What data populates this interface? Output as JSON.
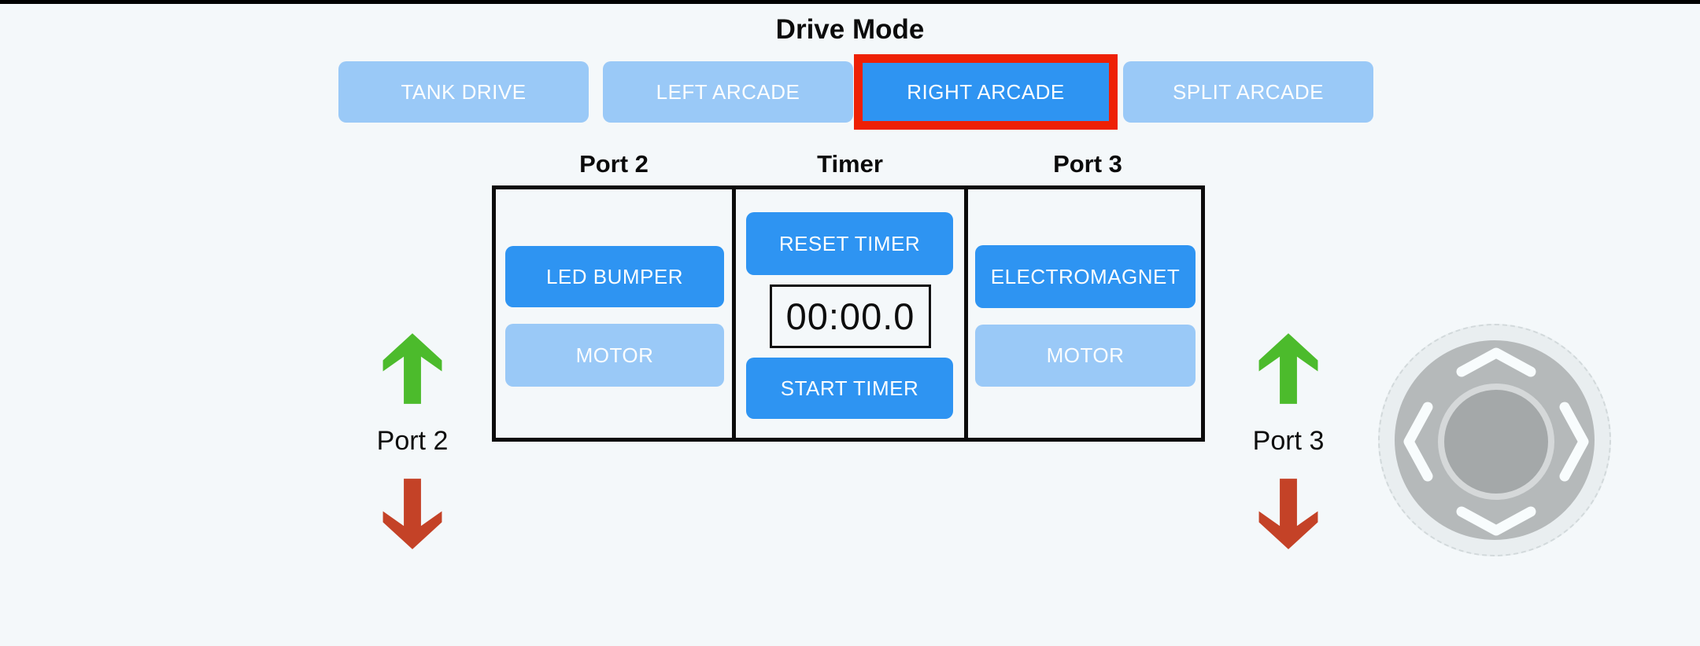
{
  "title": "Drive Mode",
  "drive_mode": {
    "buttons": [
      {
        "label": "TANK DRIVE",
        "selected": false
      },
      {
        "label": "LEFT ARCADE",
        "selected": false
      },
      {
        "label": "RIGHT ARCADE",
        "selected": true
      },
      {
        "label": "SPLIT ARCADE",
        "selected": false
      }
    ]
  },
  "control_panel": {
    "port2": {
      "header": "Port 2",
      "device_button_label": "LED BUMPER",
      "motor_button_label": "MOTOR"
    },
    "timer": {
      "header": "Timer",
      "reset_button_label": "RESET TIMER",
      "display_value": "00:00.0",
      "start_button_label": "START TIMER"
    },
    "port3": {
      "header": "Port 3",
      "device_button_label": "ELECTROMAGNET",
      "motor_button_label": "MOTOR"
    }
  },
  "indicators": {
    "port2": {
      "label": "Port 2",
      "up_icon": "green-up-arrow",
      "down_icon": "red-down-arrow"
    },
    "port3": {
      "label": "Port 3",
      "up_icon": "green-up-arrow",
      "down_icon": "red-down-arrow"
    }
  },
  "joystick": {
    "icon": "directional-joystick",
    "directions": [
      "up",
      "left",
      "right",
      "down"
    ]
  },
  "colors": {
    "background": "#f4f8fa",
    "active-blue": "#2e94f2",
    "light-blue": "#9ac9f7",
    "selected-red": "#ee2005",
    "green-arrow": "#4cbb2c",
    "red-arrow": "#c44227",
    "panel-border": "#0c0c0c",
    "joystick-base": "#e9eef0",
    "joystick-pad": "#b5b9ba",
    "joystick-ring": "#d5d8d9",
    "joystick-knob": "#a4a8a9"
  }
}
